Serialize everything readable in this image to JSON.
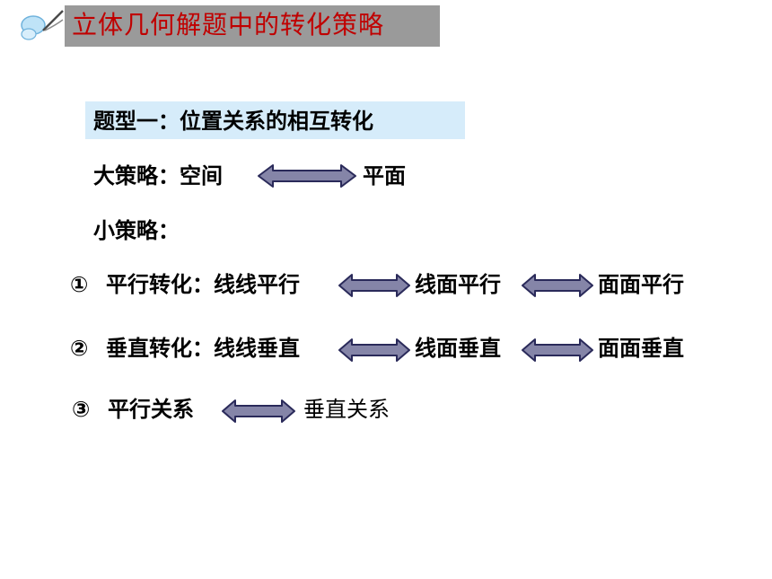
{
  "title": "立体几何解题中的转化策略",
  "section": {
    "heading": "题型一：位置关系的相互转化"
  },
  "big_strategy": {
    "label": "大策略：空间",
    "target": "平面"
  },
  "small_strategy": {
    "label": "小策略："
  },
  "items": [
    {
      "marker": "①",
      "label": "平行转化：线线平行",
      "mid": "线面平行",
      "end": "面面平行"
    },
    {
      "marker": "②",
      "label": "垂直转化：线线垂直",
      "mid": "线面垂直",
      "end": "面面垂直"
    },
    {
      "marker": "③",
      "label": "平行关系",
      "end": "垂直关系"
    }
  ],
  "colors": {
    "title_text": "#c00000",
    "title_bar": "#9a9a9a",
    "heading_bar": "#d6ecfa",
    "arrow_fill": "#8585a8",
    "arrow_stroke": "#2a2a5a"
  },
  "icons": {
    "logo": "butterfly-icon",
    "arrow": "double-arrow-icon"
  }
}
